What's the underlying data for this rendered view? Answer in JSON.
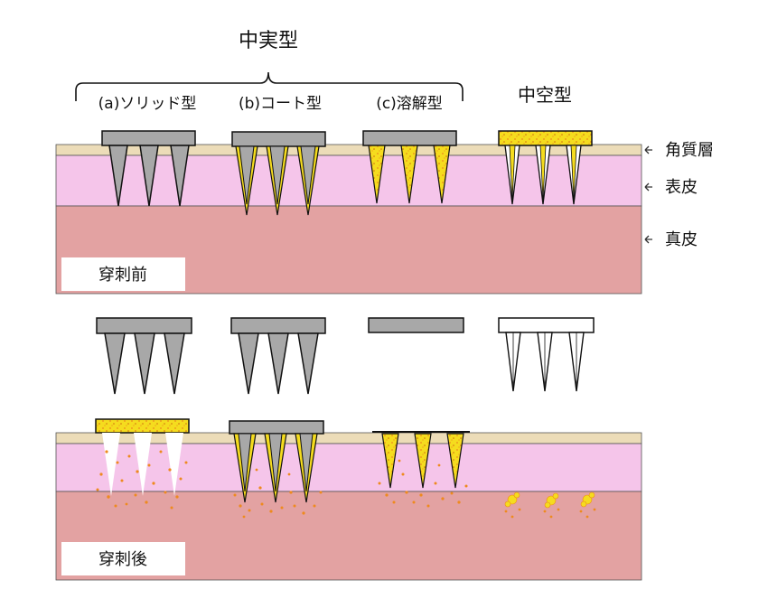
{
  "labels": {
    "solid_group": "中実型",
    "type_a": "(a)ソリッド型",
    "type_b": "(b)コート型",
    "type_c": "(c)溶解型",
    "hollow": "中空型",
    "layer_stratum": "角質層",
    "layer_epidermis": "表皮",
    "layer_dermis": "真皮",
    "before": "穿刺前",
    "after": "穿刺後"
  },
  "colors": {
    "stratum_corneum": "#ecdcb8",
    "epidermis": "#f5c5ea",
    "dermis": "#e3a2a2",
    "needle_gray": "#a8a8a8",
    "drug_yellow": "#f5dc1e",
    "drug_dot": "#ee8a1e"
  }
}
